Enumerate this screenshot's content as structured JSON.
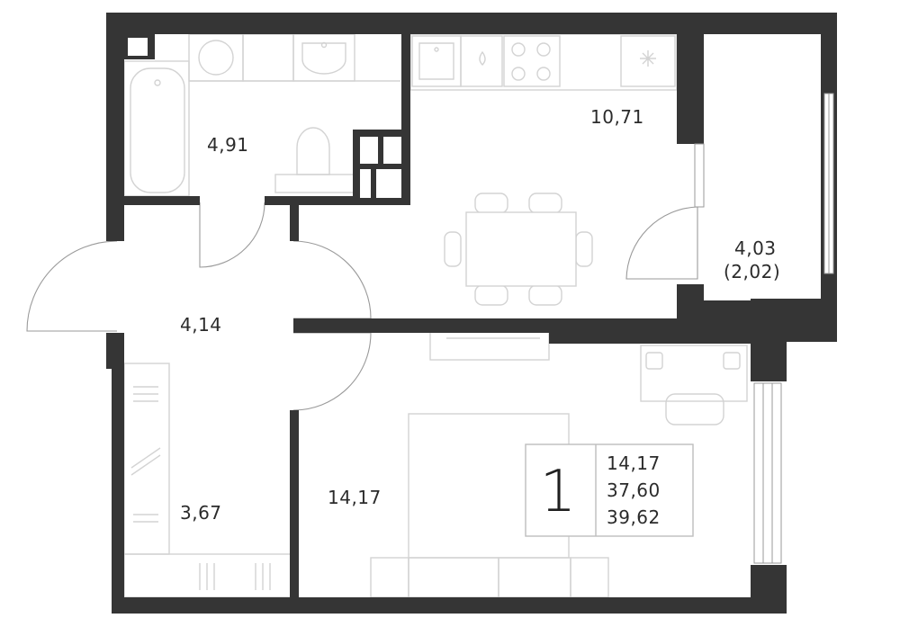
{
  "rooms": {
    "bathroom_area": "4,91",
    "kitchen_area": "10,71",
    "balcony_area": "4,03",
    "balcony_reduced_area": "(2,02)",
    "hall_area": "4,14",
    "wardrobe_area": "3,67",
    "bedroom_area": "14,17"
  },
  "summary": {
    "room_count": "1",
    "living_area": "14,17",
    "total_area": "37,60",
    "total_with_balcony": "39,62"
  },
  "colors": {
    "wall": "#353535",
    "furniture_line": "#d3d3d3",
    "door_line": "#9a9a9a",
    "background": "#ffffff"
  }
}
